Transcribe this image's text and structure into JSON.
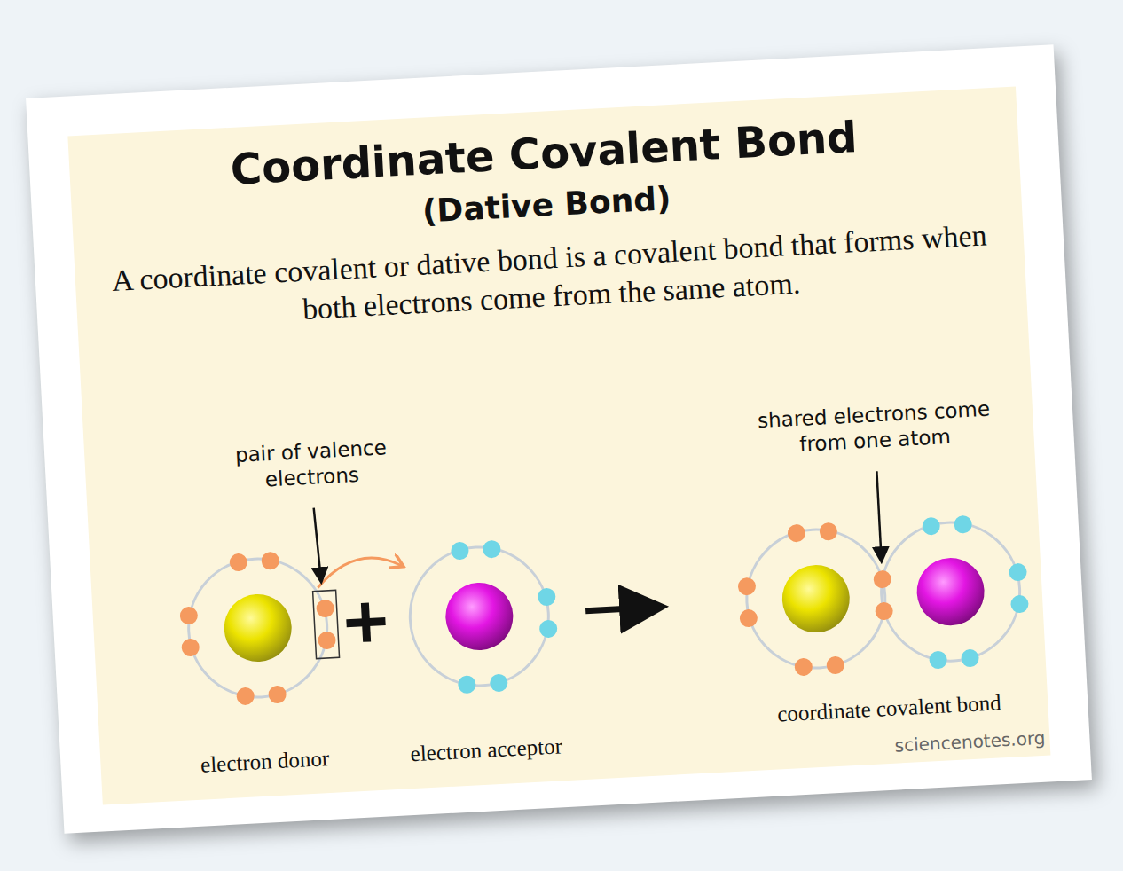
{
  "diagram": {
    "title": "Coordinate Covalent Bond",
    "labels": [
      "(Dative Bond)",
      "A coordinate covalent or dative bond is a covalent bond that forms when both electrons come from the same atom.",
      "pair of valence electrons",
      "shared electrons come from one atom",
      "electron donor",
      "electron acceptor",
      "coordinate covalent bond",
      "sciencenotes.org"
    ]
  }
}
